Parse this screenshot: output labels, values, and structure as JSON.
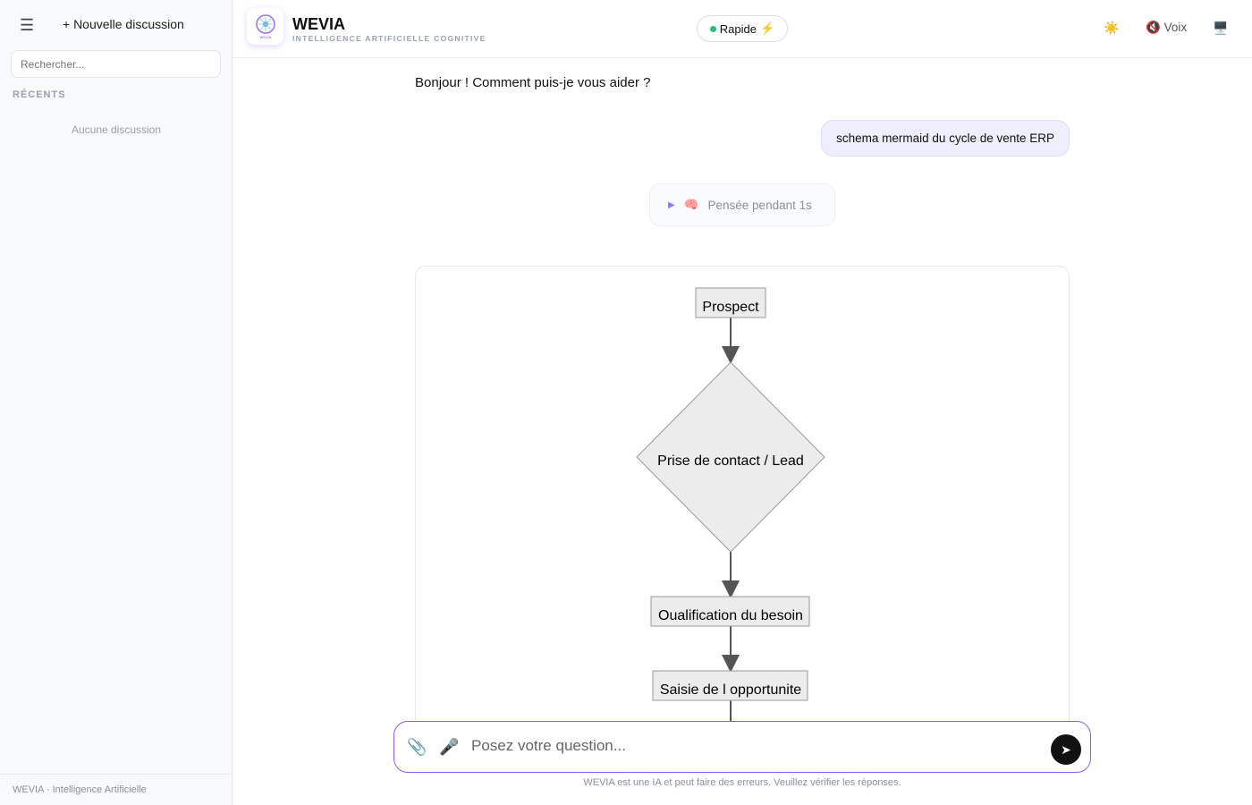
{
  "sidebar": {
    "new_chat": "+ Nouvelle discussion",
    "search_placeholder": "Rechercher...",
    "recents": "RÉCENTS",
    "empty": "Aucune discussion",
    "footer": "WEVIA · Intelligence Artificielle"
  },
  "header": {
    "title": "WEVIA",
    "tagline": "INTELLIGENCE ARTIFICIELLE COGNITIVE",
    "logo_text": "WEVIA",
    "mode": "Rapide",
    "mode_icon": "⚡",
    "theme_icon": "☀️",
    "voice_icon": "🔇",
    "voice": "Voix",
    "screen_icon": "🖥️"
  },
  "chat": {
    "greeting": "Bonjour ! Comment puis-je vous aider ?",
    "user_message": "schema mermaid du cycle de vente ERP",
    "thinking": "Pensée pendant 1s"
  },
  "diagram": {
    "nodes": [
      "Prospect",
      "Prise de contact / Lead",
      "Oualification du besoin",
      "Saisie de l opportunite"
    ]
  },
  "input": {
    "placeholder": "Posez votre question...",
    "disclaimer": "WEVIA est une IA et peut faire des erreurs. Veuillez vérifier les réponses."
  }
}
